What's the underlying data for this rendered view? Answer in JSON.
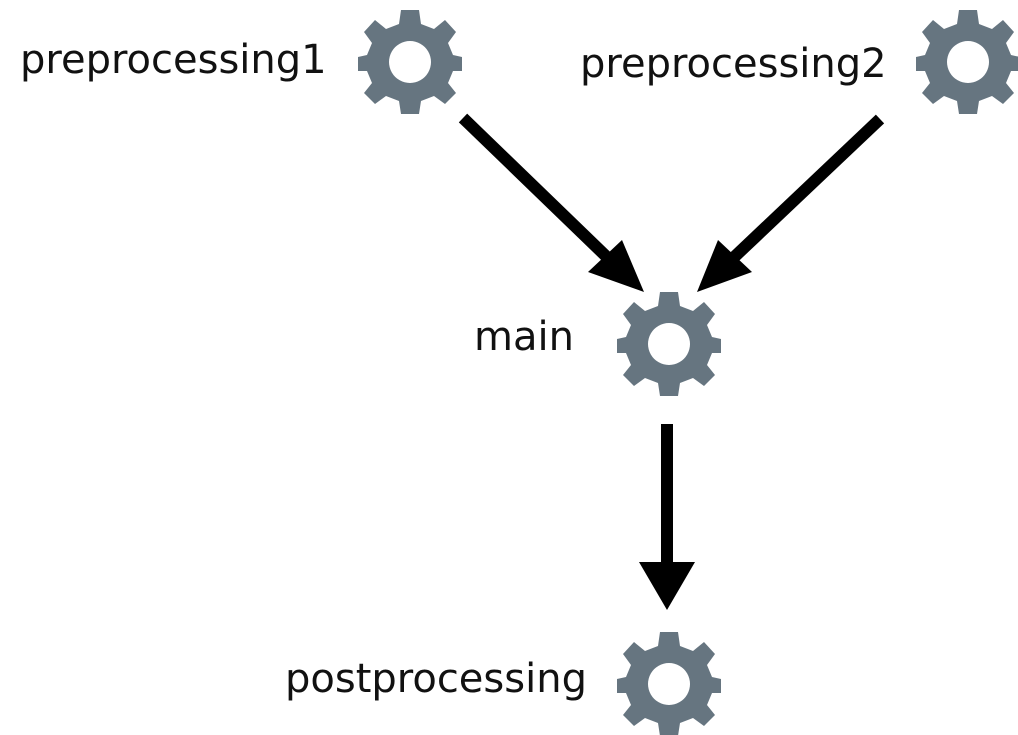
{
  "colors": {
    "gear": "#667580",
    "arrow": "#000000",
    "text": "#111111",
    "background": "#ffffff"
  },
  "nodes": {
    "preprocessing1": {
      "label": "preprocessing1",
      "icon": "gear-icon"
    },
    "preprocessing2": {
      "label": "preprocessing2",
      "icon": "gear-icon"
    },
    "main": {
      "label": "main",
      "icon": "gear-icon"
    },
    "postprocessing": {
      "label": "postprocessing",
      "icon": "gear-icon"
    }
  },
  "edges": [
    {
      "from": "preprocessing1",
      "to": "main"
    },
    {
      "from": "preprocessing2",
      "to": "main"
    },
    {
      "from": "main",
      "to": "postprocessing"
    }
  ]
}
